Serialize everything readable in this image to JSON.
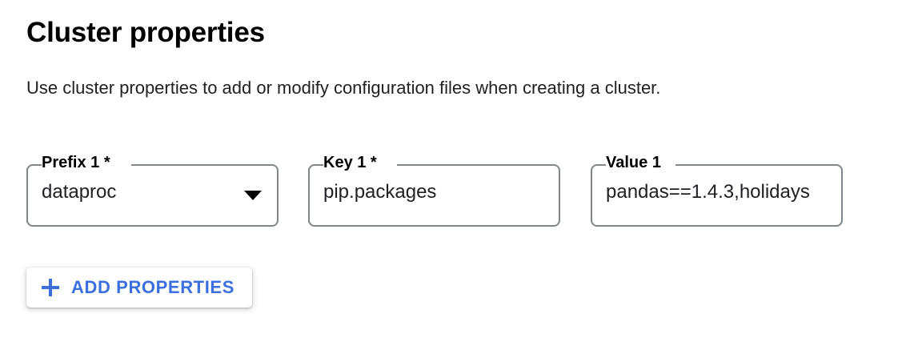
{
  "section": {
    "title": "Cluster properties",
    "description": "Use cluster properties to add or modify configuration files when creating a cluster."
  },
  "fields": [
    {
      "name": "prefix",
      "label": "Prefix 1 *",
      "value": "dataproc",
      "control": "select",
      "icon": "chevron-down-icon",
      "required": true
    },
    {
      "name": "key",
      "label": "Key 1 *",
      "value": "pip.packages",
      "control": "text",
      "required": true
    },
    {
      "name": "value",
      "label": "Value 1",
      "value": "pandas==1.4.3,holidays",
      "control": "text",
      "required": false
    }
  ],
  "actions": {
    "add_properties": {
      "label": "ADD PROPERTIES",
      "icon": "plus-icon"
    }
  },
  "colors": {
    "accent_blue": "#3b6fe0",
    "field_border": "#80868b",
    "text_primary": "#202124",
    "background": "#ffffff"
  }
}
